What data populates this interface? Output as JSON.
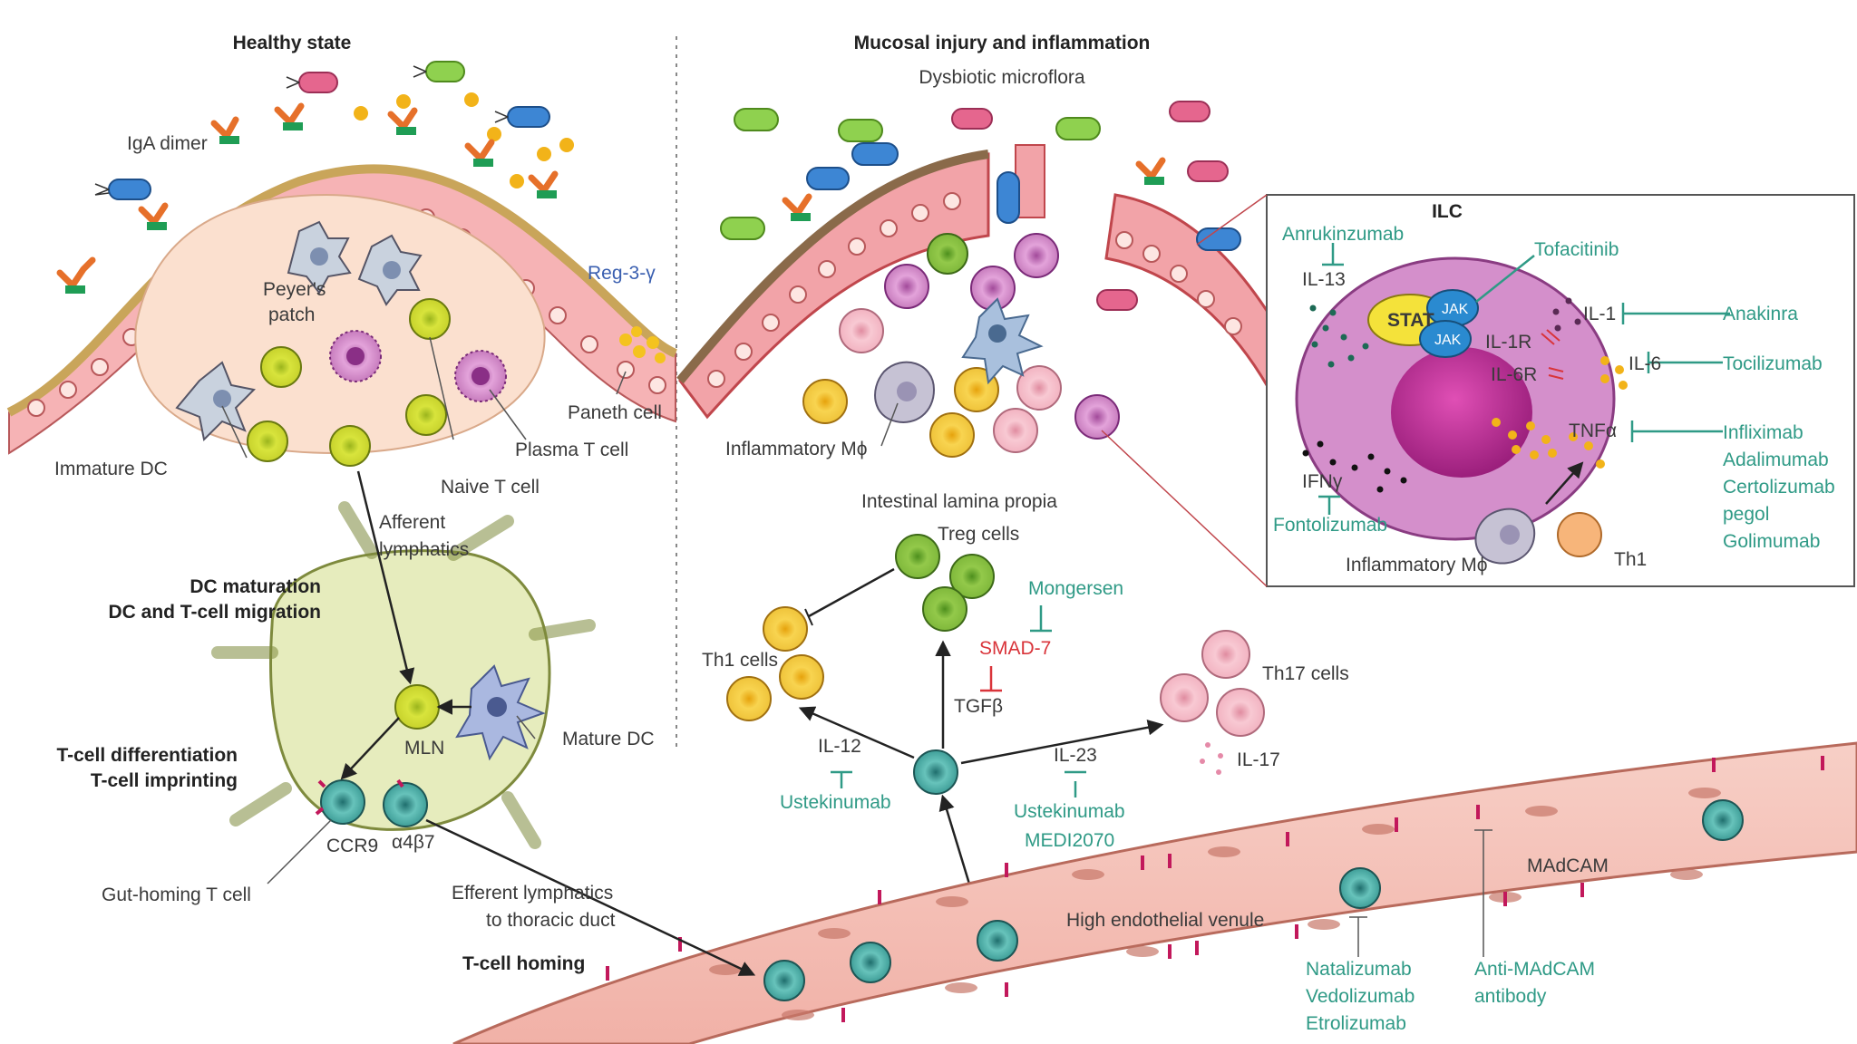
{
  "headers": {
    "healthy": "Healthy state",
    "injury": "Mucosal injury and inflammation",
    "dc_maturation": "DC maturation",
    "dc_tcell_migration": "DC and T-cell migration",
    "tcell_diff": "T-cell differentiation",
    "tcell_imprint": "T-cell imprinting",
    "tcell_homing": "T-cell homing",
    "ilc": "ILC"
  },
  "labels": {
    "dysbiotic": "Dysbiotic microflora",
    "iga_dimer": "IgA dimer",
    "reg3": "Reg-3-γ",
    "peyers": "Peyer's",
    "patch": "patch",
    "paneth": "Paneth cell",
    "immature_dc": "Immature DC",
    "naive_t": "Naive T cell",
    "plasma_t": "Plasma T cell",
    "afferent1": "Afferent",
    "afferent2": "lymphatics",
    "mln": "MLN",
    "mature_dc": "Mature DC",
    "ccr9": "CCR9",
    "a4b7": "α4β7",
    "gut_homing": "Gut-homing T cell",
    "efferent1": "Efferent lymphatics",
    "efferent2": "to thoracic duct",
    "infl_mphi": "Inflammatory Mϕ",
    "lamina": "Intestinal lamina propia",
    "treg": "Treg cells",
    "th1": "Th1 cells",
    "th17": "Th17 cells",
    "il12": "IL-12",
    "il23": "IL-23",
    "il17": "IL-17",
    "tgfb": "TGFβ",
    "smad7": "SMAD-7",
    "hev": "High endothelial venule",
    "madcam": "MAdCAM",
    "stat": "STAT",
    "jak": "JAK",
    "il13": "IL-13",
    "il1": "IL-1",
    "il1r": "IL-1R",
    "il6": "IL-6",
    "il6r": "IL-6R",
    "tnfa": "TNFα",
    "ifng": "IFNγ",
    "ilc_mphi": "Inflammatory Mϕ",
    "th1_cell": "Th1"
  },
  "drugs": {
    "anrukinzumab": "Anrukinzumab",
    "tofacitinib": "Tofacitinib",
    "anakinra": "Anakinra",
    "tocilizumab": "Tocilizumab",
    "infliximab": "Infliximab",
    "adalimumab": "Adalimumab",
    "certolizumab": "Certolizumab",
    "pegol": "pegol",
    "golimumab": "Golimumab",
    "fontolizumab": "Fontolizumab",
    "mongersen": "Mongersen",
    "ustekinumab_a": "Ustekinumab",
    "ustekinumab_b": "Ustekinumab",
    "medi2070": "MEDI2070",
    "natalizumab": "Natalizumab",
    "vedolizumab": "Vedolizumab",
    "etrolizumab": "Etrolizumab",
    "anti_madcam1": "Anti-MAdCAM",
    "anti_madcam2": "antibody"
  },
  "colors": {
    "epithelium": "#f2a3a8",
    "stroma": "#fbe3d2",
    "naive_t": "#d8df3a",
    "th1": "#f1cc45",
    "treg": "#8cc63f",
    "th17": "#f4b8c4",
    "teal_cell": "#5fb8b0",
    "drug": "#2f9a86",
    "ilc": "#d48fcb"
  }
}
